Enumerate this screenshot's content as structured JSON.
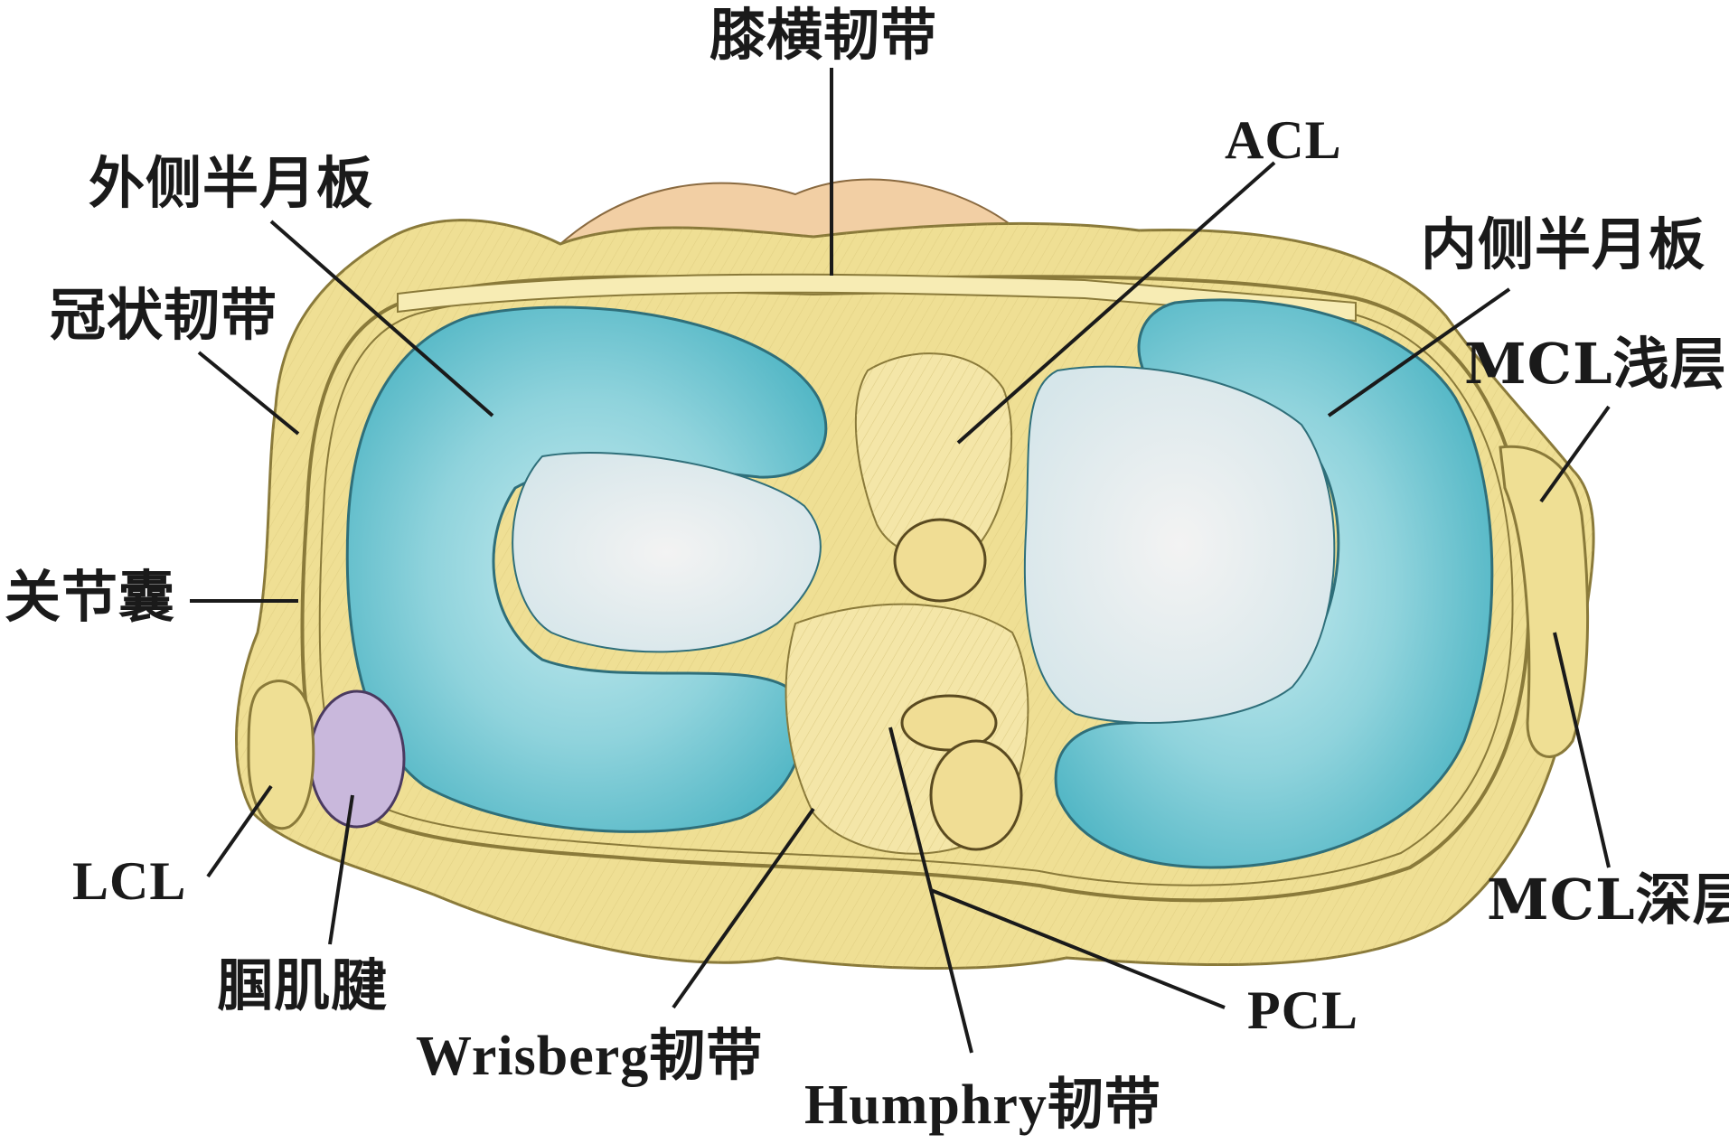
{
  "labels": {
    "transverse_ligament": "膝横韧带",
    "acl": "ACL",
    "lateral_meniscus": "外侧半月板",
    "medial_meniscus": "内侧半月板",
    "coronary_ligament": "冠状韧带",
    "mcl_superficial": "MCL浅层",
    "joint_capsule": "关节囊",
    "lcl": "LCL",
    "mcl_deep": "MCL深层",
    "popliteus_tendon": "腘肌腱",
    "pcl": "PCL",
    "wrisberg_ligament": "Wrisberg韧带",
    "humphry_ligament": "Humphry韧带"
  },
  "colors": {
    "capsule_fill": "#efdf94",
    "capsule_stroke": "#8a7a3a",
    "meniscus": "#6cc3cf",
    "meniscus_light": "#bfe7ec",
    "plateau": "#dfe8ec",
    "bone_peach": "#f2cfa4",
    "tendon_purple": "#c9b8dc",
    "line": "#1a1a1a"
  }
}
